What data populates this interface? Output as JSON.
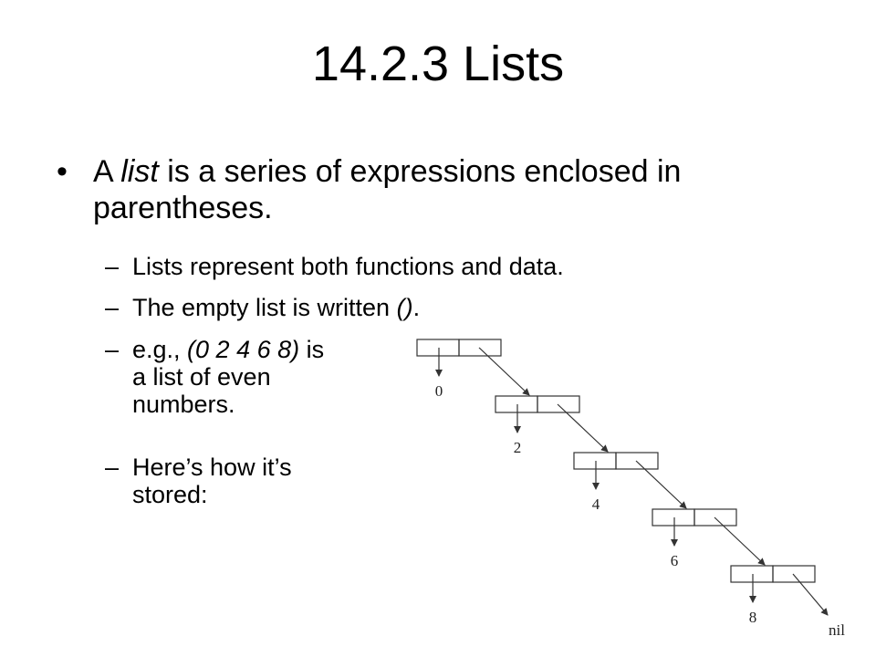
{
  "slide": {
    "title": "14.2.3  Lists",
    "bullet": {
      "marker": "•",
      "text_1": "A ",
      "text_italic": "list",
      "text_2": " is a series of expressions enclosed in parentheses."
    },
    "subbullets": {
      "dash": "–",
      "item1": "Lists represent both functions and data.",
      "item2_a": "The empty list is written ",
      "item2_b": "()",
      "item2_c": ".",
      "item3_a": "e.g., ",
      "item3_b": "(0 2 4 6 8)",
      "item3_c": " is",
      "item3_line2": "a list of even",
      "item3_line3": "numbers.",
      "item4_line1": "Here’s how it’s",
      "item4_line2": "stored:"
    },
    "diagram": {
      "values": [
        "0",
        "2",
        "4",
        "6",
        "8"
      ],
      "terminator": "nil"
    }
  }
}
